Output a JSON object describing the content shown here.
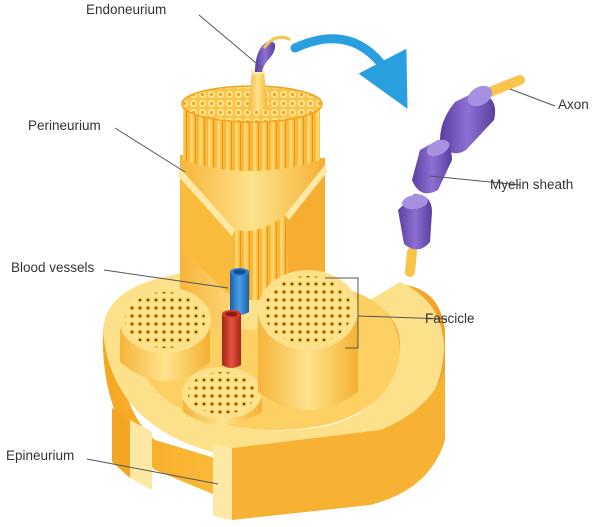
{
  "labels": {
    "endoneurium": "Endoneurium",
    "perineurium": "Perineurium",
    "blood_vessels": "Blood vessels",
    "epineurium": "Epineurium",
    "axon": "Axon",
    "myelin_sheath": "Myelin sheath",
    "fascicle": "Fascicle"
  },
  "colors": {
    "nerve_light": "#fde07a",
    "nerve_mid": "#fbc23a",
    "nerve_dark": "#f5a623",
    "nerve_shadow": "#e8901a",
    "fiber_core": "#3a2c10",
    "myelin": "#7b5cc6",
    "myelin_dark": "#5a3d9e",
    "myelin_light": "#a890e0",
    "artery": "#d8392b",
    "vein": "#2a7fd4",
    "arrow": "#2a9fe0"
  }
}
